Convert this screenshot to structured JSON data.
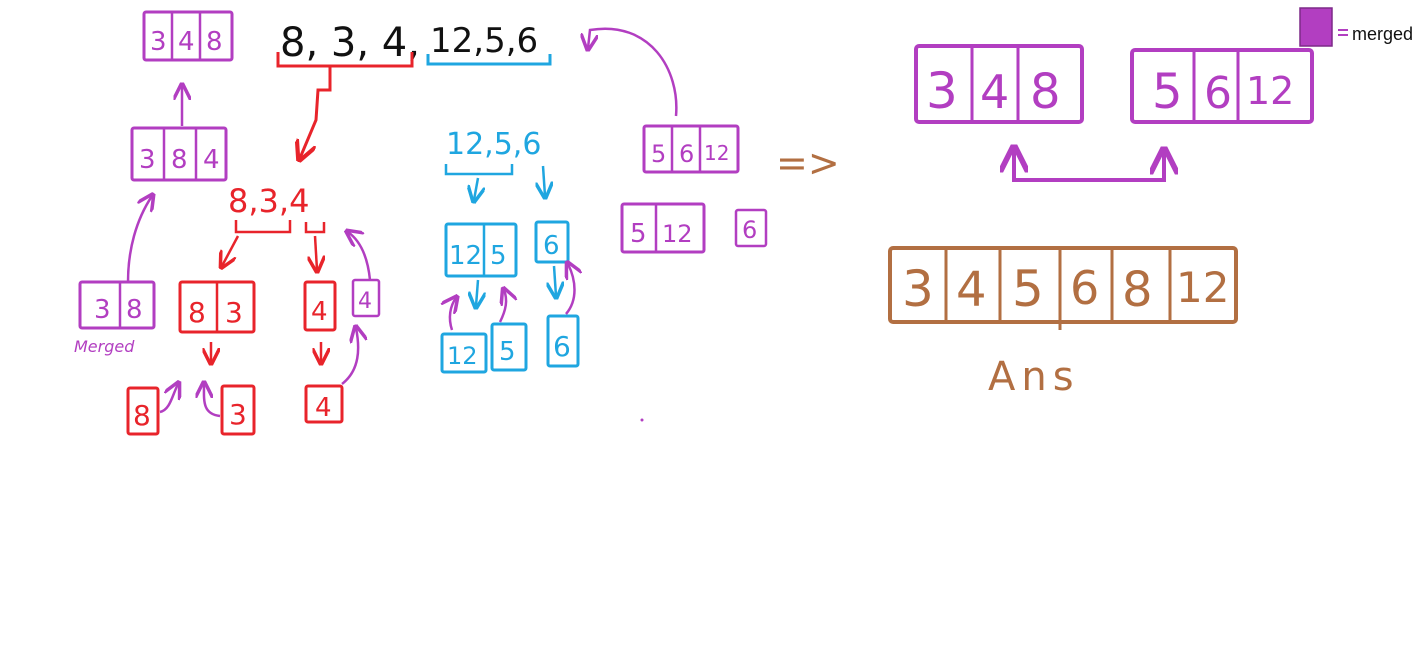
{
  "colors": {
    "black": "#111111",
    "red": "#e8242b",
    "blue": "#1fa6e0",
    "purple": "#b23ec1",
    "brown": "#b26f42",
    "legend_fill": "#b23ec1"
  },
  "legend": {
    "label": "merged",
    "swatch_color": "purple"
  },
  "input": {
    "left_part": "8, 3, 4,",
    "right_part": "12,5,6"
  },
  "left_split": {
    "list": "8,3,4"
  },
  "right_split": {
    "list": "12,5,6"
  },
  "red_nodes": {
    "pair": [
      "8",
      "3"
    ],
    "single": [
      "4"
    ],
    "leaf_a": [
      "8"
    ],
    "leaf_b": [
      "3"
    ],
    "leaf_c": [
      "4"
    ]
  },
  "blue_nodes": {
    "pair": [
      "12",
      "5"
    ],
    "single": [
      "6"
    ],
    "leaf_a": [
      "12"
    ],
    "leaf_b": [
      "5"
    ],
    "leaf_c": [
      "6"
    ]
  },
  "purple_nodes": {
    "merged_38": [
      "3",
      "8"
    ],
    "merged_38_caption": "Merged",
    "merged_4": [
      "4"
    ],
    "merged_384": [
      "3",
      "8",
      "4"
    ],
    "merged_348_top": [
      "3",
      "4",
      "8"
    ],
    "merged_512": [
      "5",
      "12"
    ],
    "merged_6": [
      "6"
    ],
    "merged_5612": [
      "5",
      "6",
      "12"
    ]
  },
  "arrow_symbol": "=>",
  "final_left": [
    "3",
    "4",
    "8"
  ],
  "final_right": [
    "5",
    "6",
    "12"
  ],
  "answer": [
    "3",
    "4",
    "5",
    "6",
    "8",
    "12"
  ],
  "answer_label": "Ans"
}
